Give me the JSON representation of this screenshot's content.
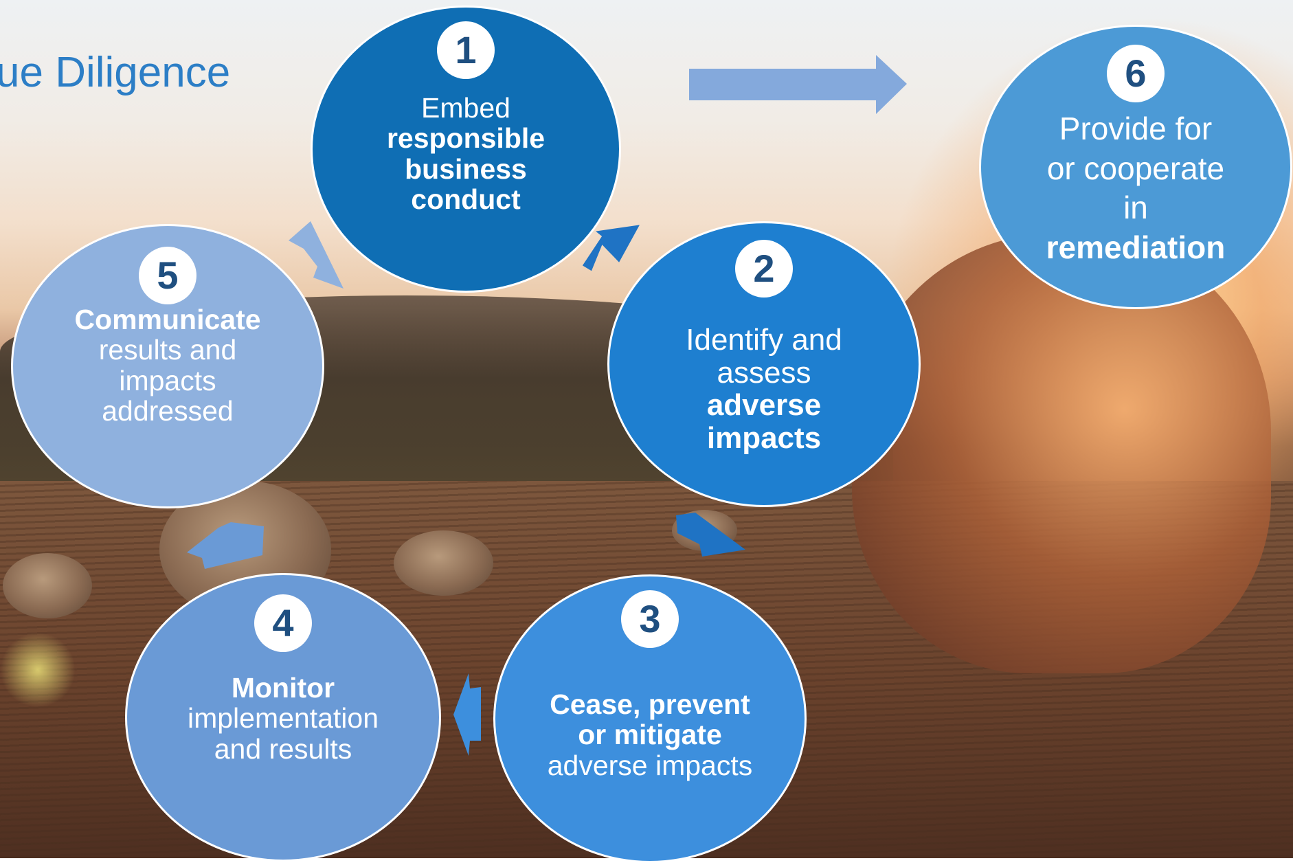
{
  "title": "ue Diligence",
  "steps": [
    {
      "number": "1",
      "lines": [
        {
          "text": "Embed",
          "bold": false
        },
        {
          "text": "responsible",
          "bold": true
        },
        {
          "text": "business",
          "bold": true
        },
        {
          "text": "conduct",
          "bold": true
        }
      ]
    },
    {
      "number": "2",
      "lines": [
        {
          "text": "Identify and",
          "bold": false
        },
        {
          "text": "assess",
          "bold": false
        },
        {
          "text": "adverse",
          "bold": true
        },
        {
          "text": "impacts",
          "bold": true
        }
      ]
    },
    {
      "number": "3",
      "lines": [
        {
          "text": "Cease, prevent",
          "bold": true
        },
        {
          "text": "or mitigate",
          "bold": true
        },
        {
          "text": "adverse impacts",
          "bold": false
        }
      ]
    },
    {
      "number": "4",
      "lines": [
        {
          "text": "Monitor",
          "bold": true
        },
        {
          "text": "implementation",
          "bold": false
        },
        {
          "text": "and results",
          "bold": false
        }
      ]
    },
    {
      "number": "5",
      "lines": [
        {
          "text": "Communicate",
          "bold": true
        },
        {
          "text": "results and",
          "bold": false
        },
        {
          "text": "impacts",
          "bold": false
        },
        {
          "text": "addressed",
          "bold": false
        }
      ]
    },
    {
      "number": "6",
      "lines": [
        {
          "text": "Provide for",
          "bold": false
        },
        {
          "text": "or cooperate",
          "bold": false
        },
        {
          "text": "in",
          "bold": false
        },
        {
          "text": "remediation",
          "bold": true
        }
      ]
    }
  ],
  "colors": {
    "title": "#2c7ec6",
    "step1": "#0f6eb4",
    "step2": "#1e7fd0",
    "step3": "#3d8fdd",
    "step4": "#6a9ad6",
    "step5": "#8fb1de",
    "step6": "#4c9ad6",
    "arrow_cycle_dark": "#1f73c4",
    "arrow_cycle_light": "#8fb1de",
    "arrow_to_6": "#84a9dc"
  }
}
